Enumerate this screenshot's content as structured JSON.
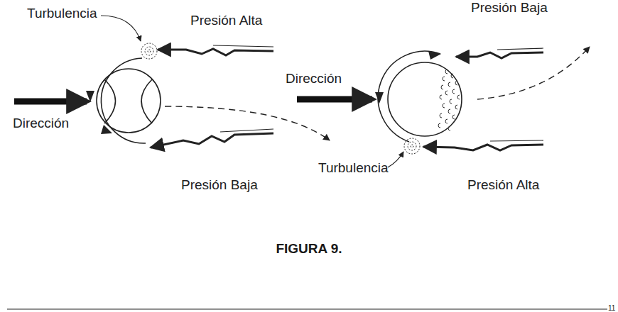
{
  "diagram": {
    "caption": "FIGURA 9.",
    "labels": [
      "Turbulencia",
      "Presión Alta",
      "Presión Baja",
      "Dirección",
      "Dirección",
      "Turbulencia",
      "Presión Baja",
      "Presión Alta",
      "11"
    ]
  }
}
